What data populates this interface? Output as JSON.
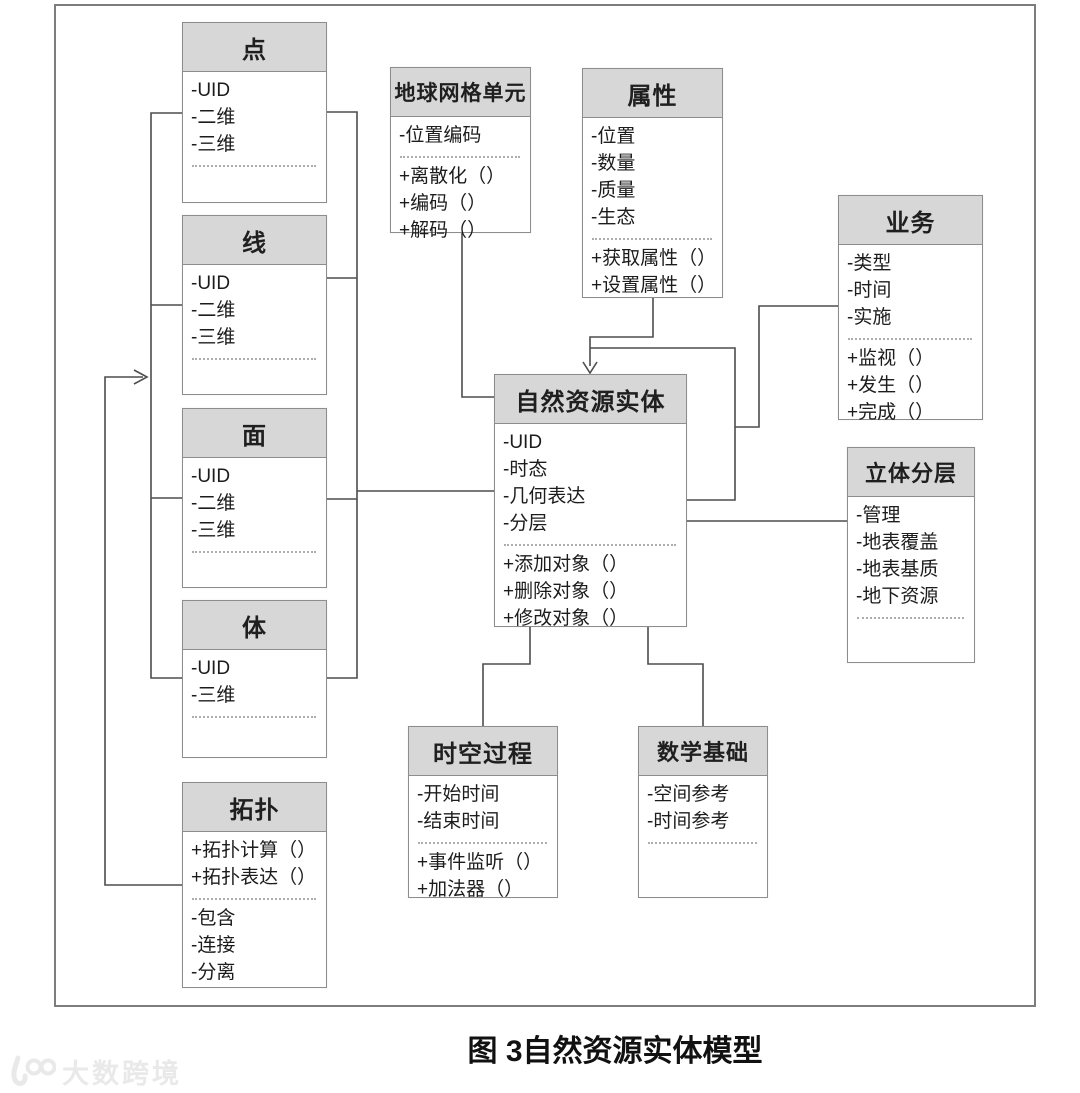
{
  "figure": {
    "caption": "图 3自然资源实体模型"
  },
  "watermark": {
    "logo_icon": "100-glasses-logo",
    "text": "大数跨境"
  },
  "colors": {
    "header_fill": "#d7d7d7",
    "box_border": "#8d8d8d",
    "outer_border": "#7d7d7d",
    "connector": "#4d4d4d",
    "watermark": "#e9e9e9"
  },
  "boxes": {
    "point": {
      "title": "点",
      "top": [
        "-UID",
        "-二维",
        "-三维"
      ],
      "bottom": []
    },
    "line": {
      "title": "线",
      "top": [
        "-UID",
        "-二维",
        "-三维"
      ],
      "bottom": []
    },
    "polygon": {
      "title": "面",
      "top": [
        "-UID",
        "-二维",
        "-三维"
      ],
      "bottom": []
    },
    "solid": {
      "title": "体",
      "top": [
        "-UID",
        "-三维"
      ],
      "bottom": []
    },
    "topology": {
      "title": "拓扑",
      "top": [
        "+拓扑计算（）",
        "+拓扑表达（）"
      ],
      "bottom": [
        "-包含",
        "-连接",
        "-分离"
      ]
    },
    "earth_grid": {
      "title": "地球网格单元",
      "top": [
        "-位置编码"
      ],
      "bottom": [
        "+离散化（）",
        "+编码（）",
        "+解码（）"
      ]
    },
    "attribute": {
      "title": "属性",
      "top": [
        "-位置",
        "-数量",
        "-质量",
        "-生态"
      ],
      "bottom": [
        "+获取属性（）",
        "+设置属性（）"
      ]
    },
    "business": {
      "title": "业务",
      "top": [
        "-类型",
        "-时间",
        "-实施"
      ],
      "bottom": [
        "+监视（）",
        "+发生（）",
        "+完成（）"
      ]
    },
    "entity": {
      "title": "自然资源实体",
      "top": [
        "-UID",
        "-时态",
        "-几何表达",
        "-分层"
      ],
      "bottom": [
        "+添加对象（）",
        "+删除对象（）",
        "+修改对象（）"
      ]
    },
    "layering": {
      "title": "立体分层",
      "top": [
        "-管理",
        "-地表覆盖",
        "-地表基质",
        "-地下资源"
      ],
      "bottom": []
    },
    "st_process": {
      "title": "时空过程",
      "top": [
        "-开始时间",
        "-结束时间"
      ],
      "bottom": [
        "+事件监听（）",
        "+加法器（）"
      ]
    },
    "math_basis": {
      "title": "数学基础",
      "top": [
        "-空间参考",
        "-时间参考"
      ],
      "bottom": []
    }
  }
}
